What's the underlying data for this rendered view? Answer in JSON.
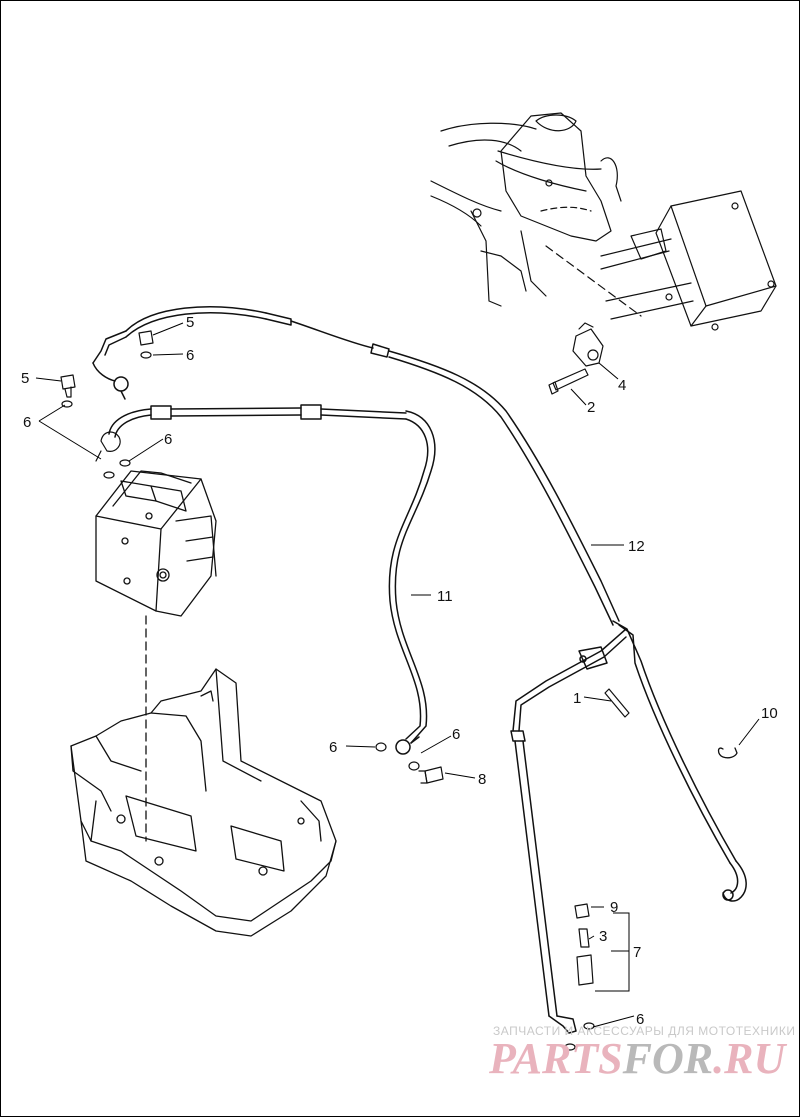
{
  "callouts": [
    {
      "id": "c1",
      "text": "1"
    },
    {
      "id": "c2",
      "text": "2"
    },
    {
      "id": "c3",
      "text": "3"
    },
    {
      "id": "c4",
      "text": "4"
    },
    {
      "id": "c5a",
      "text": "5"
    },
    {
      "id": "c5b",
      "text": "5"
    },
    {
      "id": "c6a",
      "text": "6"
    },
    {
      "id": "c6b",
      "text": "6"
    },
    {
      "id": "c6c",
      "text": "6"
    },
    {
      "id": "c6d",
      "text": "6"
    },
    {
      "id": "c6e",
      "text": "6"
    },
    {
      "id": "c6f",
      "text": "6"
    },
    {
      "id": "c7",
      "text": "7"
    },
    {
      "id": "c8",
      "text": "8"
    },
    {
      "id": "c9",
      "text": "9"
    },
    {
      "id": "c10",
      "text": "10"
    },
    {
      "id": "c11",
      "text": "11"
    },
    {
      "id": "c12",
      "text": "12"
    }
  ],
  "watermark": {
    "tagline": "ЗАПЧАСТИ И АКСЕССУАРЫ ДЛЯ МОТОТЕХНИКИ",
    "brand_part1": "PARTS",
    "brand_part2": "FOR",
    "brand_part3": ".RU"
  }
}
